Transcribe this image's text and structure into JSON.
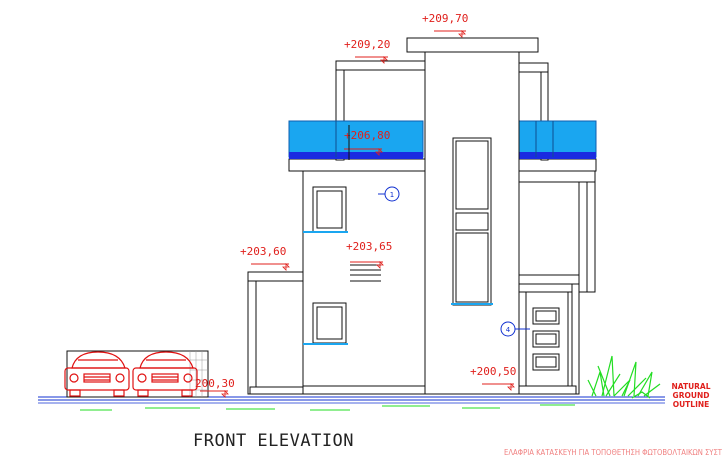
{
  "drawing": {
    "title": "FRONT ELEVATION",
    "subtitle": "ΕΛΑΦΡΙΑ ΚΑΤΑΣΚΕΥΗ ΓΙΑ ΤΟΠΟΘΕΤΗΣΗ ΦΩΤΟΒΟΛΤΑΙΚΩΝ ΣΥΣΤ",
    "ground_note": [
      "NATURAL",
      "GROUND",
      "OUTLINE"
    ],
    "levels": {
      "roof_top": "+209,70",
      "pergola": "+209,20",
      "first_floor": "+206,80",
      "carport": "+203,60",
      "window_level": "+203,65",
      "entrance": "+200,50",
      "ground": "200,30"
    },
    "tags": {
      "tag_1": "1",
      "tag_4": "4"
    },
    "colors": {
      "levels": "#e0201c",
      "glass": "#1aa6f0",
      "grass": "#22dd22",
      "tags": "#1030d0",
      "cars": "#e01010"
    }
  }
}
